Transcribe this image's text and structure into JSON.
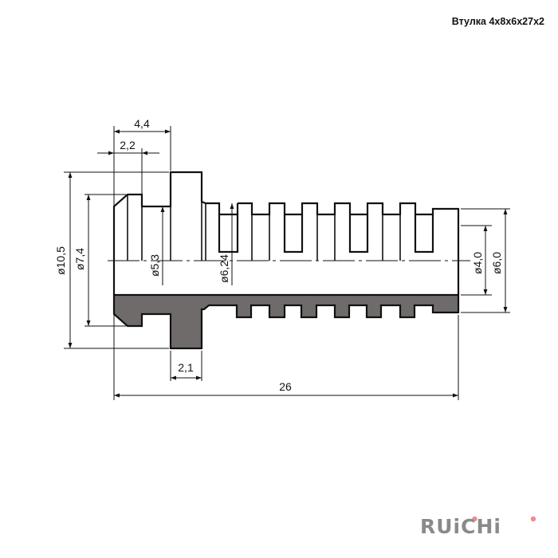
{
  "title": "Втулка 4x8x6x27x2",
  "logo": "RUiCHi",
  "colors": {
    "section_fill": "#706b6b",
    "line": "#111111",
    "logo_gray": "#8a8a8a",
    "logo_dot": "#f08a90"
  },
  "dimensions": {
    "len_4_4": "4,4",
    "len_2_2": "2,2",
    "dia_10_5": "ø10,5",
    "dia_7_4": "ø7,4",
    "dia_5_3": "ø5,3",
    "dia_6_24": "ø6,24",
    "dia_4_0": "ø4,0",
    "dia_6_0": "ø6,0",
    "len_2_1": "2,1",
    "len_26": "26"
  }
}
